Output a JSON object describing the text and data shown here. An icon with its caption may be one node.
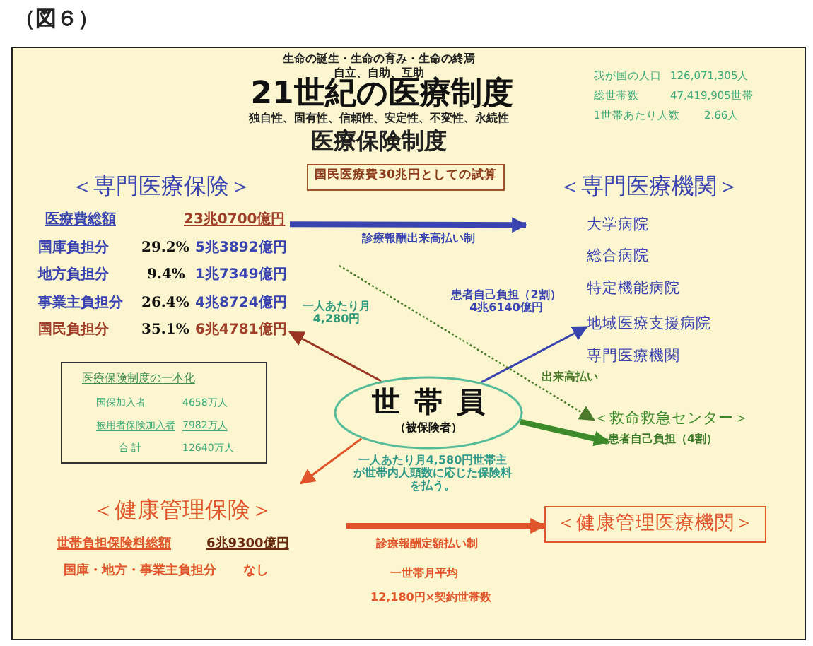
{
  "diagram": {
    "title": "21世紀の医療制度",
    "nodes": [
      {
        "text": [
          "国民医療費30兆円としての試算"
        ]
      },
      {
        "text": [
          "＜専門医療保険＞"
        ]
      },
      {
        "text": [
          "医療費総額",
          "23兆0700億円"
        ],
        "in": 1
      },
      {
        "text": [
          "国庫負担分",
          "29.2%",
          "5兆3892億円"
        ],
        "in": 1
      },
      {
        "text": [
          "地方負担分",
          "9.4%",
          "1兆7349億円"
        ],
        "in": 1
      },
      {
        "text": [
          "事業主負担分",
          "26.4%",
          "4兆8724億円"
        ],
        "in": 1
      },
      {
        "text": [
          "国民負担分",
          "35.1%",
          "6兆4781億円"
        ],
        "in": 1
      },
      {
        "text": [
          "＜専門医療機関＞"
        ]
      },
      {
        "text": [
          "大学病院"
        ],
        "in": 7
      },
      {
        "text": [
          "総合病院"
        ],
        "in": 7
      },
      {
        "text": [
          "特定機能病院"
        ],
        "in": 7
      },
      {
        "text": [
          "地域医療支援病院"
        ],
        "in": 7
      },
      {
        "text": [
          "専門医療機関"
        ],
        "in": 7
      },
      {
        "text": [
          "医療保険制度の一本化",
          "国保加入者",
          "4658万人",
          "被用者保険加入者",
          "7982万人",
          "合 計",
          "12640万人"
        ]
      },
      {
        "text": [
          "世帯員",
          "（被保険者）"
        ]
      },
      {
        "text": [
          "＜救命救急センター＞"
        ]
      },
      {
        "text": [
          "患者自己負担（4割）"
        ]
      },
      {
        "text": [
          "＜健康管理保険＞"
        ]
      },
      {
        "text": [
          "世帯負担保険料総額",
          "6兆9300億円"
        ],
        "in": 17
      },
      {
        "text": [
          "国庫・地方・事業主負担分",
          "なし"
        ],
        "in": 17
      },
      {
        "text": [
          "＜健康管理医療機関＞"
        ]
      }
    ],
    "edges": [
      {
        "from": 2,
        "to": 7,
        "arrow": "to",
        "label": "診療報酬出来高払い制",
        "color": "#3a44b0",
        "style": "thick"
      },
      {
        "from": 14,
        "to": 6,
        "arrow": "to",
        "label": "一人あたり月4,280円",
        "color": "#993322"
      },
      {
        "from": 14,
        "to": 11,
        "arrow": "to",
        "label": "患者自己負担（2割）4兆6140億円",
        "color": "#3a44b0"
      },
      {
        "from": null,
        "to": 15,
        "arrow": "to",
        "label": "出来高払い",
        "style": "dashed",
        "color": "#4a7a2a"
      },
      {
        "from": 14,
        "to": 16,
        "arrow": "to",
        "color": "#3d8a2a",
        "style": "thick"
      },
      {
        "from": 14,
        "to": 17,
        "arrow": "to",
        "label": "一人あたり月4,580円世帯主が世帯内人頭数に応じた保険料を払う。",
        "color": "#e0552a"
      },
      {
        "from": 17,
        "to": 20,
        "arrow": "to",
        "label": "診療報酬定額払い制",
        "color": "#e0552a",
        "style": "thick"
      }
    ],
    "labels": [
      "（図６）",
      "生命の誕生・生命の育み・生命の終焉",
      "自立、自助、互助",
      "独自性、固有性、信頼性、安定性、不変性、永続性",
      "医療保険制度",
      "我が国の人口",
      "126,071,305人",
      "総世帯数",
      "47,419,905世帯",
      "1世帯あたり人数",
      "2.66人",
      "一世帯月平均",
      "12,180円×契約世帯数"
    ]
  }
}
